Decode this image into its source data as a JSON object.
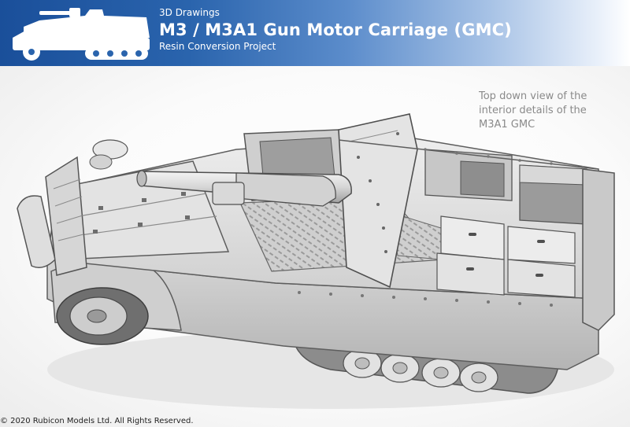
{
  "header": {
    "kicker": "3D Drawings",
    "title": "M3 / M3A1 Gun Motor Carriage (GMC)",
    "subtitle": "Resin Conversion Project",
    "logo_icon": "halftrack-silhouette-icon"
  },
  "caption": {
    "lines": [
      "Top down view of the",
      "interior details of the",
      "M3A1 GMC"
    ]
  },
  "footer": {
    "copyright": "© 2020 Rubicon Models Ltd. All Rights Reserved."
  },
  "colors": {
    "banner_dark": "#1a4f9a",
    "banner_light": "#e9f0fa",
    "model_body": "#dcdcdc",
    "model_shadow": "#a9a9a9",
    "caption_text": "#8a8a8a"
  },
  "render": {
    "subject": "M3A1 GMC halftrack 3D model, top-down interior view"
  }
}
